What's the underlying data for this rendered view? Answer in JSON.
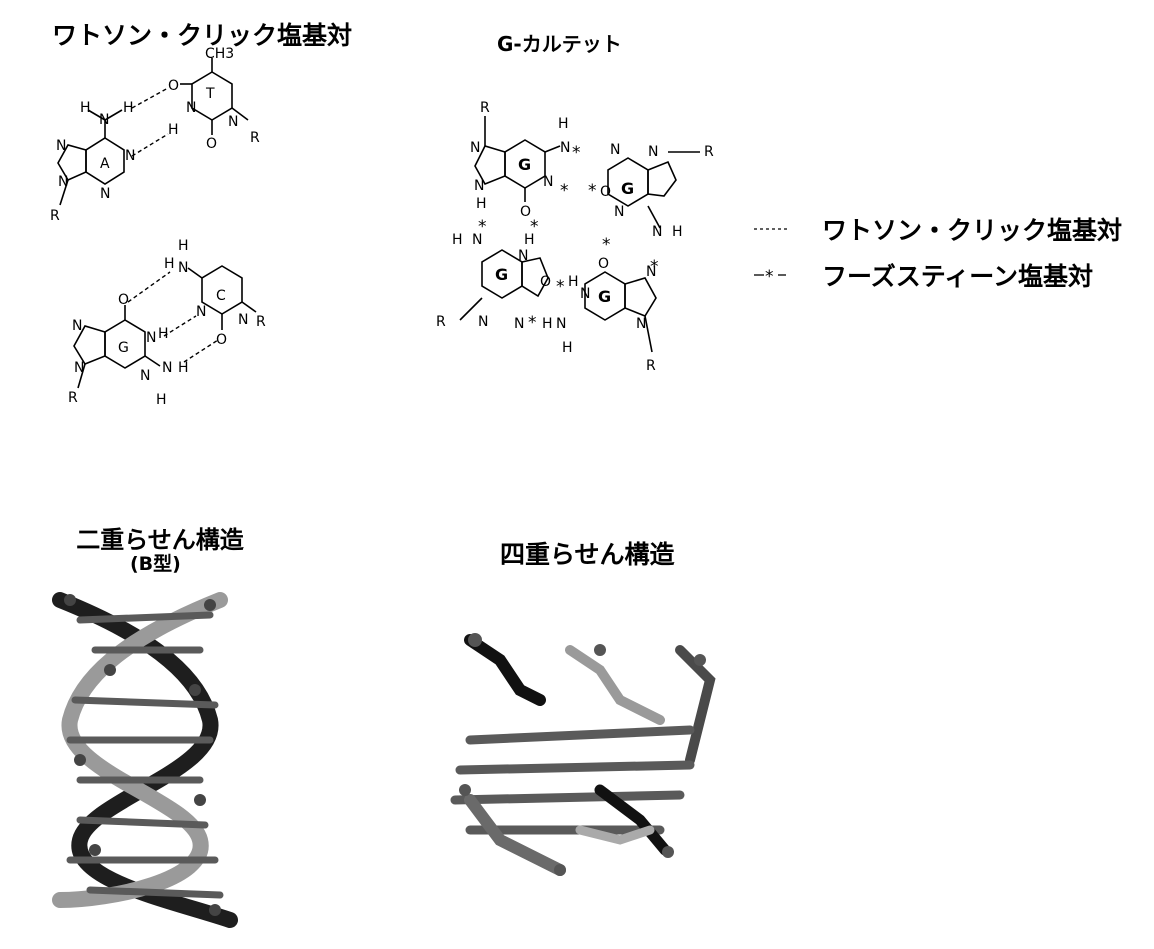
{
  "titles": {
    "watson_crick": "ワトソン・クリック塩基対",
    "g_quartet": "G-カルテット",
    "double_helix": "二重らせん構造",
    "double_helix_sub": "(B型)",
    "quadruplex": "四重らせん構造"
  },
  "legend": {
    "items": [
      {
        "symbol": "- - - -",
        "label": "ワトソン・クリック塩基対"
      },
      {
        "symbol": "-*-",
        "label": "フーズスティーン塩基対"
      }
    ]
  },
  "structures": {
    "at_pair": {
      "base1": "A",
      "base2": "T",
      "methyl": "CH3"
    },
    "gc_pair": {
      "base1": "G",
      "base2": "C"
    },
    "quartet_bases": [
      "G",
      "G",
      "G",
      "G"
    ]
  },
  "colors": {
    "dark": "#1e1e1e",
    "mid": "#5a5a5a",
    "light": "#9a9a9a"
  }
}
